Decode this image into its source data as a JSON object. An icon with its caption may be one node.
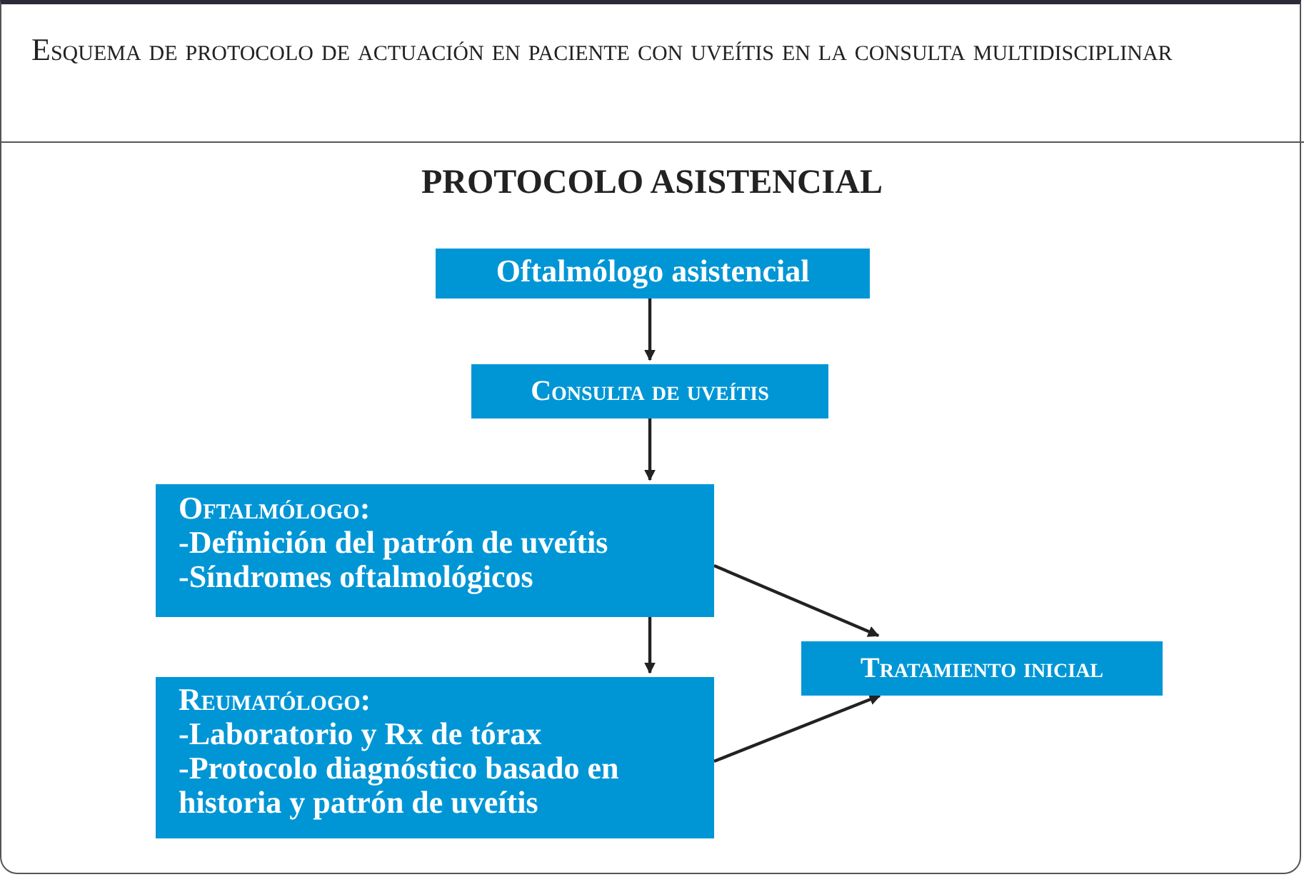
{
  "diagram": {
    "title": "Esquema de protocolo de actuación en paciente con uveítis en la consulta multidisciplinar",
    "nodes": [
      {
        "text": [
          "Oftalmólogo asistencial"
        ]
      },
      {
        "text": [
          "Consulta de uveítis"
        ]
      },
      {
        "text": [
          "Oftalmólogo:",
          "-Definición del patrón de uveítis",
          "-Síndromes oftalmológicos"
        ]
      },
      {
        "text": [
          "Reumatólogo:",
          "-Laboratorio y Rx de tórax",
          "-Protocolo diagnóstico basado en historia y patrón de uveítis"
        ]
      },
      {
        "text": [
          "Tratamiento inicial"
        ]
      }
    ],
    "edges": [
      {
        "from": 0,
        "to": 1,
        "arrow": "to"
      },
      {
        "from": 1,
        "to": 2,
        "arrow": "to"
      },
      {
        "from": 2,
        "to": 3,
        "arrow": "to"
      },
      {
        "from": 2,
        "to": 4,
        "arrow": "to"
      },
      {
        "from": 3,
        "to": 4,
        "arrow": "to"
      }
    ],
    "labels": [
      "PROTOCOLO ASISTENCIAL"
    ]
  }
}
